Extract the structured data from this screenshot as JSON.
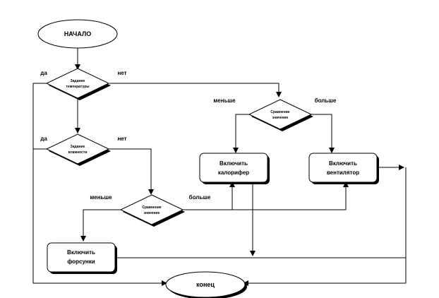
{
  "terminals": {
    "start": "НАЧАЛО",
    "end": "конец"
  },
  "decisions": {
    "temp_set": [
      "Задание",
      "температуры"
    ],
    "humidity_set": [
      "Задание",
      "влажности"
    ],
    "temp_compare": [
      "Сравнение",
      "значение"
    ],
    "humidity_compare": [
      "Сравнение",
      "значение"
    ]
  },
  "processes": {
    "heater": [
      "Включить",
      "калорифер"
    ],
    "fan": [
      "Включить",
      "вентилятор"
    ],
    "nozzles": [
      "Включить",
      "форсунки"
    ]
  },
  "branch_labels": {
    "temp_yes": "да",
    "temp_no": "нет",
    "humidity_yes": "да",
    "humidity_no": "нет",
    "temp_less": "меньше",
    "temp_more": "больше",
    "humidity_less": "меньше",
    "humidity_more": "больше"
  }
}
